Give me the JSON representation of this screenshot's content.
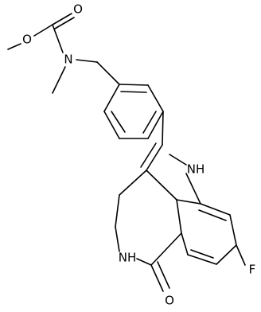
{
  "molecule": {
    "atom_labels": {
      "O_ester": "O",
      "O_carbonyl": "O",
      "N_carbamate": "N",
      "NH_indole": "NH",
      "NH_lactam": "NH",
      "O_lactam": "O",
      "F": "F"
    },
    "colors": {
      "bond": "#000000",
      "text": "#000000",
      "background": "#ffffff"
    }
  }
}
